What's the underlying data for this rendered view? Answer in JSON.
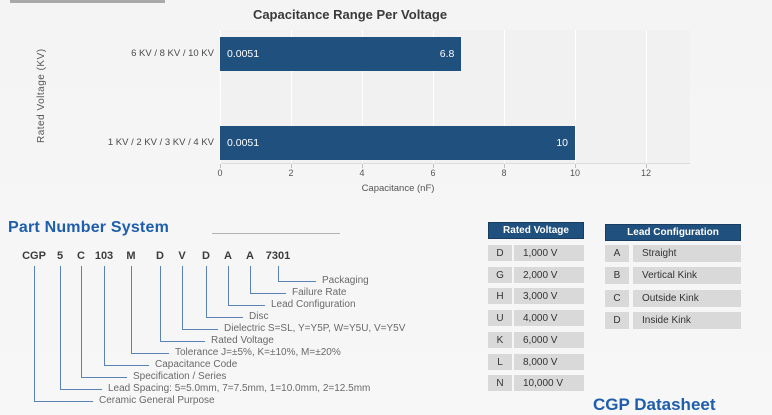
{
  "chart_data": {
    "type": "bar",
    "orientation": "horizontal",
    "title": "Capacitance Range Per Voltage",
    "xlabel": "Capacitance (nF)",
    "ylabel": "Rated Voltage  (KV)",
    "categories": [
      "6 KV / 8 KV / 10 KV",
      "1 KV / 2 KV / 3 KV / 4 KV"
    ],
    "series": [
      {
        "name": "Capacitance range",
        "min_values": [
          0.0051,
          0.0051
        ],
        "max_values": [
          6.8,
          10
        ]
      }
    ],
    "bar_min_labels": [
      "0.0051",
      "0.0051"
    ],
    "bar_max_labels": [
      "6.8",
      "10"
    ],
    "xlim": [
      0,
      12.8
    ],
    "xticks": [
      "0",
      "2",
      "4",
      "6",
      "8",
      "10",
      "12"
    ],
    "grid": true,
    "legend": "none",
    "bar_color": "#20507e"
  },
  "part_number_system": {
    "title": "Part Number System",
    "codes": [
      "CGP",
      "5",
      "C",
      "103",
      "M",
      "D",
      "V",
      "D",
      "A",
      "A",
      "7301"
    ],
    "fields": [
      {
        "code": "7301",
        "label": "Packaging"
      },
      {
        "code": "A",
        "label": "Failure Rate"
      },
      {
        "code": "A",
        "label": "Lead Configuration"
      },
      {
        "code": "D",
        "label": "Disc"
      },
      {
        "code": "V",
        "label": "Dielectric S=SL, Y=Y5P, W=Y5U, V=Y5V"
      },
      {
        "code": "D",
        "label": "Rated Voltage"
      },
      {
        "code": "M",
        "label": "Tolerance J=±5%, K=±10%, M=±20%"
      },
      {
        "code": "103",
        "label": "Capacitance Code"
      },
      {
        "code": "C",
        "label": "Specification / Series"
      },
      {
        "code": "5",
        "label": "Lead Spacing: 5=5.0mm, 7=7.5mm, 1=10.0mm, 2=12.5mm"
      },
      {
        "code": "CGP",
        "label": "Ceramic General Purpose"
      }
    ]
  },
  "tables": {
    "rated_voltage": {
      "title": "Rated Voltage",
      "rows": [
        [
          "D",
          "1,000 V"
        ],
        [
          "G",
          "2,000 V"
        ],
        [
          "H",
          "3,000 V"
        ],
        [
          "U",
          "4,000 V"
        ],
        [
          "K",
          "6,000 V"
        ],
        [
          "L",
          "8,000 V"
        ],
        [
          "N",
          "10,000 V"
        ]
      ]
    },
    "lead_configuration": {
      "title": "Lead Configuration",
      "rows": [
        [
          "A",
          "Straight"
        ],
        [
          "B",
          "Vertical Kink"
        ],
        [
          "C",
          "Outside Kink"
        ],
        [
          "D",
          "Inside Kink"
        ]
      ]
    }
  },
  "footer": {
    "label": "CGP Datasheet"
  },
  "colors": {
    "bar": "#20507e",
    "table_header_bg": "#20507e",
    "accent_blue": "#1e5eac",
    "row_bg": "#d9d9d9",
    "connector": "#5b82b4"
  }
}
